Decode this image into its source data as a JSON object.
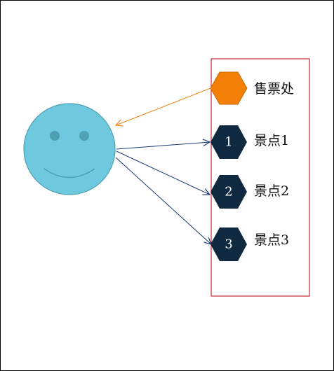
{
  "diagram": {
    "colors": {
      "face_fill": "#6ec9df",
      "face_stroke": "#4f9fb3",
      "eye_fill": "#4f9fb3",
      "ticket_fill": "#f37f06",
      "ticket_stroke": "#c86a08",
      "spot_fill": "#0f2940",
      "arrow_ticket": "#f08418",
      "arrow_spot": "#1b3a78",
      "frame": "#c0000a"
    },
    "person": {
      "icon": "smiley-face-icon"
    },
    "ticket_office": {
      "label": "售票处",
      "icon": "hexagon-icon"
    },
    "spots": [
      {
        "number": "1",
        "label": "景点1",
        "icon": "hexagon-icon"
      },
      {
        "number": "2",
        "label": "景点2",
        "icon": "hexagon-icon"
      },
      {
        "number": "3",
        "label": "景点3",
        "icon": "hexagon-icon"
      }
    ]
  }
}
